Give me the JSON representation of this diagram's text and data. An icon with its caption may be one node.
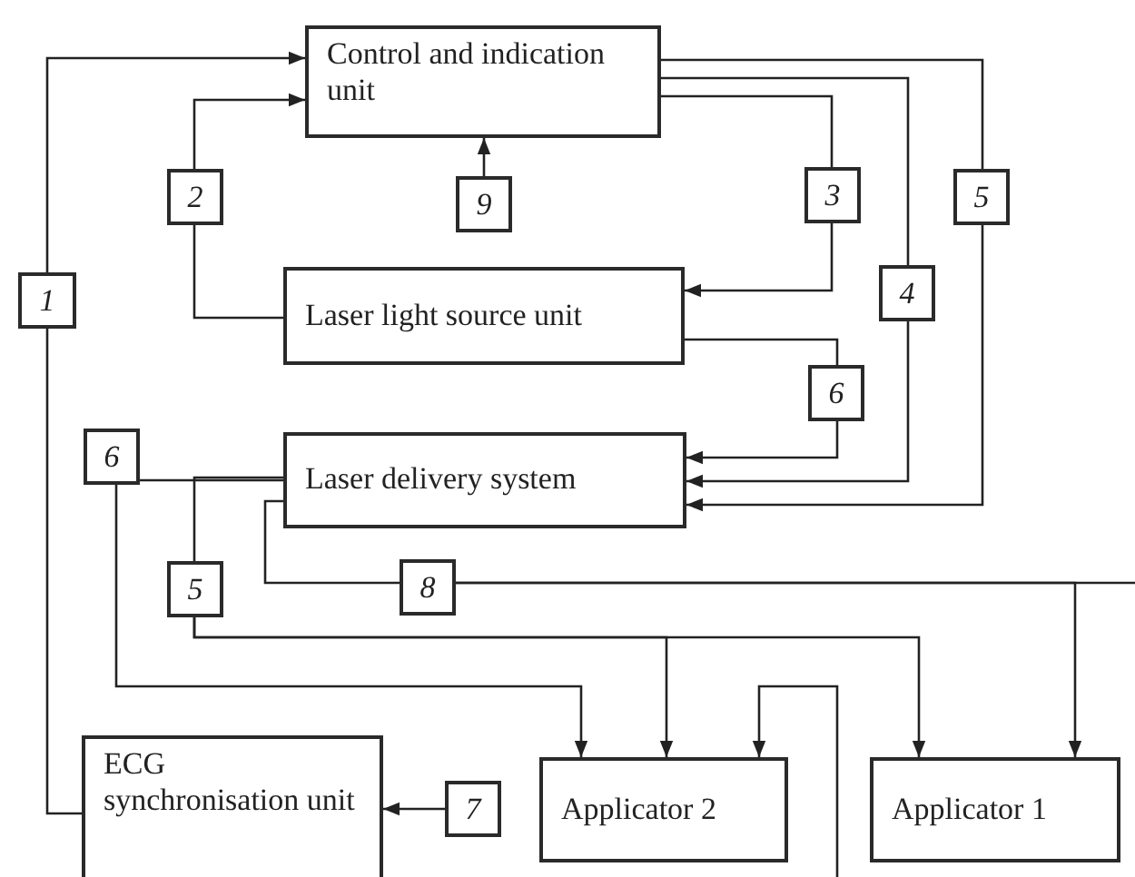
{
  "diagram": {
    "nodes": [
      {
        "text": [
          "Control and indication unit"
        ]
      },
      {
        "text": [
          "Laser light source unit"
        ]
      },
      {
        "text": [
          "Laser delivery system"
        ]
      },
      {
        "text": [
          "ECG synchronisation unit"
        ]
      },
      {
        "text": [
          "Applicator 2"
        ]
      },
      {
        "text": [
          "Applicator 1"
        ]
      },
      {
        "text": [
          "1"
        ]
      },
      {
        "text": [
          "2"
        ]
      },
      {
        "text": [
          "9"
        ]
      },
      {
        "text": [
          "3"
        ]
      },
      {
        "text": [
          "5"
        ]
      },
      {
        "text": [
          "4"
        ]
      },
      {
        "text": [
          "6"
        ]
      },
      {
        "text": [
          "6"
        ]
      },
      {
        "text": [
          "5"
        ]
      },
      {
        "text": [
          "8"
        ]
      },
      {
        "text": [
          "7"
        ]
      }
    ],
    "edges": [
      {
        "from": 3,
        "to": 6,
        "arrow": "none"
      },
      {
        "from": 6,
        "to": 0,
        "arrow": "to"
      },
      {
        "from": 1,
        "to": 7,
        "arrow": "none"
      },
      {
        "from": 7,
        "to": 0,
        "arrow": "to"
      },
      {
        "from": 8,
        "to": 0,
        "arrow": "to"
      },
      {
        "from": 0,
        "to": 9,
        "arrow": "none"
      },
      {
        "from": 9,
        "to": 1,
        "arrow": "to"
      },
      {
        "from": 0,
        "to": 11,
        "arrow": "none"
      },
      {
        "from": 11,
        "to": 2,
        "arrow": "to"
      },
      {
        "from": 0,
        "to": 10,
        "arrow": "none"
      },
      {
        "from": 10,
        "to": 2,
        "arrow": "to"
      },
      {
        "from": 1,
        "to": 12,
        "arrow": "none"
      },
      {
        "from": 12,
        "to": 2,
        "arrow": "to"
      },
      {
        "from": 2,
        "to": 13,
        "arrow": "none"
      },
      {
        "from": 13,
        "to": 4,
        "arrow": "to"
      },
      {
        "from": 2,
        "to": 14,
        "arrow": "none"
      },
      {
        "from": 14,
        "to": 4,
        "arrow": "to"
      },
      {
        "from": 14,
        "to": 5,
        "arrow": "to"
      },
      {
        "from": 2,
        "to": 15,
        "arrow": "none"
      },
      {
        "from": 15,
        "to": 5,
        "arrow": "to"
      },
      {
        "from": 15,
        "to": null,
        "arrow": "none"
      },
      {
        "from": 16,
        "to": 3,
        "arrow": "to"
      },
      {
        "from": null,
        "to": 4,
        "arrow": "to"
      }
    ]
  }
}
